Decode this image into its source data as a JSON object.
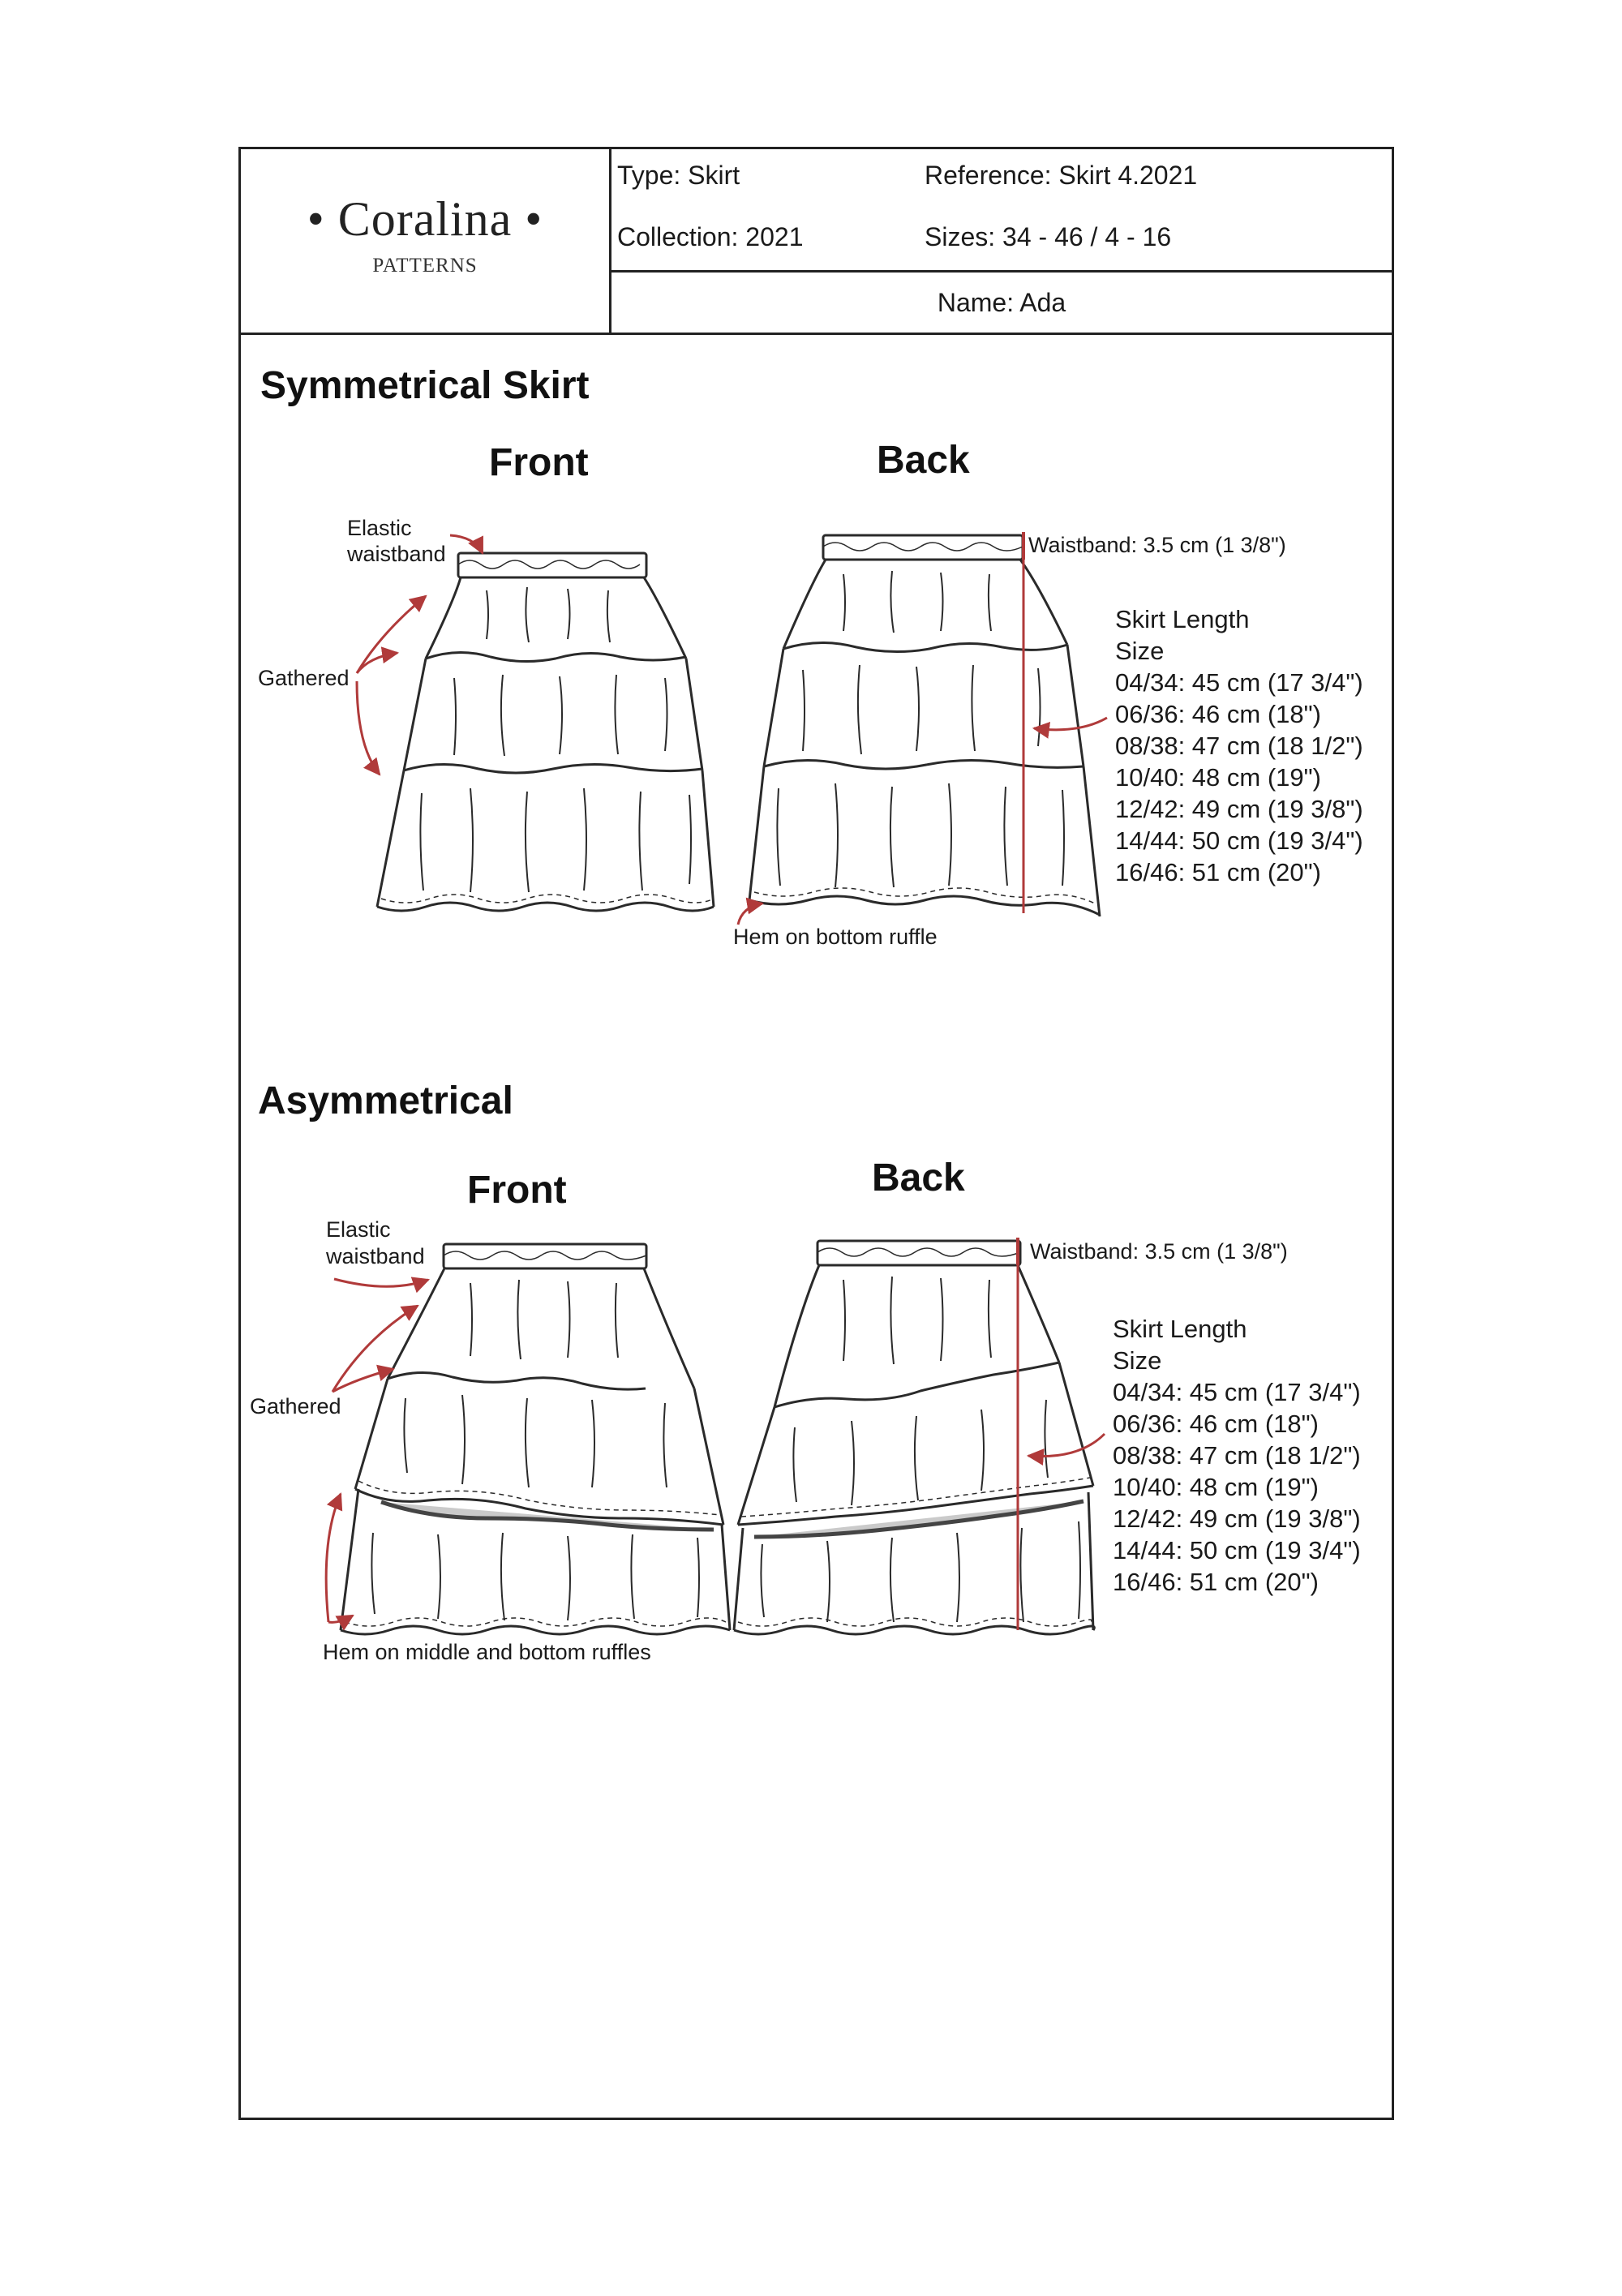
{
  "header": {
    "brand": "• Coralina •",
    "brand_sub": "PATTERNS",
    "type": "Type: Skirt",
    "reference": "Reference: Skirt 4.2021",
    "collection": "Collection: 2021",
    "sizes": "Sizes: 34 - 46 / 4 - 16",
    "name": "Name: Ada"
  },
  "colors": {
    "annotation": "#b03a3a",
    "line": "#2a2a2a",
    "shadow": "#666666"
  },
  "symmetrical": {
    "title": "Symmetrical Skirt",
    "front_label": "Front",
    "back_label": "Back",
    "elastic_note_1": "Elastic",
    "elastic_note_2": "waistband",
    "gathered_note": "Gathered",
    "hem_note": "Hem on bottom ruffle",
    "waistband_note": "Waistband: 3.5 cm (1 3/8\")",
    "length_title": "Skirt Length",
    "size_title": "Size",
    "size_rows": [
      "04/34: 45 cm (17 3/4\")",
      "06/36: 46 cm (18\")",
      "08/38: 47 cm (18 1/2\")",
      "10/40: 48 cm (19\")",
      "12/42: 49 cm (19 3/8\")",
      "14/44: 50 cm (19 3/4\")",
      "16/46: 51 cm (20\")"
    ]
  },
  "asymmetrical": {
    "title": "Asymmetrical",
    "front_label": "Front",
    "back_label": "Back",
    "elastic_note_1": "Elastic",
    "elastic_note_2": "waistband",
    "gathered_note": "Gathered",
    "hem_note": "Hem on middle and bottom ruffles",
    "waistband_note": "Waistband: 3.5 cm (1 3/8\")",
    "length_title": "Skirt Length",
    "size_title": "Size",
    "size_rows": [
      "04/34: 45 cm (17 3/4\")",
      "06/36: 46 cm (18\")",
      "08/38: 47 cm (18 1/2\")",
      "10/40: 48 cm (19\")",
      "12/42: 49 cm (19 3/8\")",
      "14/44: 50 cm (19 3/4\")",
      "16/46: 51 cm (20\")"
    ]
  }
}
